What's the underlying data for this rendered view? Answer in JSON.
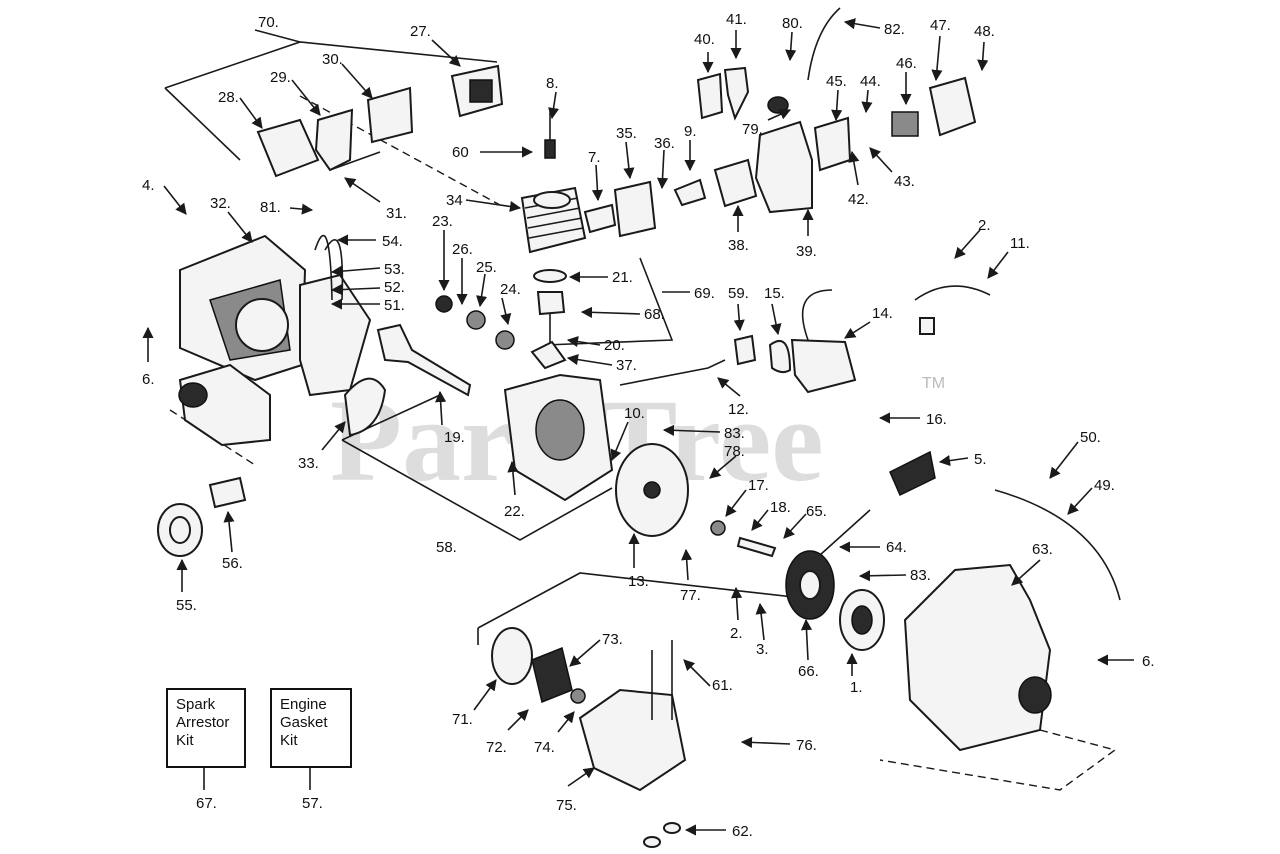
{
  "watermark": {
    "brand": "PartsTree",
    "tm": "TM"
  },
  "kits": [
    {
      "id": "spark",
      "text": "Spark\nArrestor\nKit",
      "num": "67."
    },
    {
      "id": "gasket",
      "text": "Engine\nGasket\nKit",
      "num": "57."
    }
  ],
  "callouts": {
    "n70": "70.",
    "n27": "27.",
    "n28": "28.",
    "n29": "29.",
    "n30": "30.",
    "n31": "31.",
    "n8": "8.",
    "n60": "60",
    "n34": "34",
    "n23": "23.",
    "n26": "26.",
    "n25": "25.",
    "n24": "24.",
    "n21": "21.",
    "n68": "68.",
    "n69": "69.",
    "n20": "20.",
    "n37": "37.",
    "n7": "7.",
    "n35": "35.",
    "n36": "36.",
    "n9": "9.",
    "n38": "38.",
    "n40": "40.",
    "n41": "41.",
    "n79": "79.",
    "n80": "80.",
    "n82": "82.",
    "n39": "39.",
    "n45": "45.",
    "n44": "44.",
    "n42": "42.",
    "n43": "43.",
    "n46": "46.",
    "n47": "47.",
    "n48": "48.",
    "n4": "4.",
    "n32": "32.",
    "n81": "81.",
    "n54": "54.",
    "n53": "53.",
    "n52": "52.",
    "n51": "51.",
    "n6a": "6.",
    "n19": "19.",
    "n33": "33.",
    "n59": "59.",
    "n15": "15.",
    "n14": "14.",
    "n12": "12.",
    "n16": "16.",
    "n2a": "2.",
    "n11": "11.",
    "n10": "10.",
    "n83a": "83.",
    "n78": "78.",
    "n22": "22.",
    "n5": "5.",
    "n50": "50.",
    "n49": "49.",
    "n17": "17.",
    "n18": "18.",
    "n65": "65.",
    "n64": "64.",
    "n58": "58.",
    "n13": "13.",
    "n77": "77.",
    "n83b": "83.",
    "n63": "63.",
    "n55": "55.",
    "n56": "56.",
    "n2b": "2.",
    "n3": "3.",
    "n66": "66.",
    "n1": "1.",
    "n6b": "6.",
    "n73": "73.",
    "n61": "61.",
    "n71": "71.",
    "n72": "72.",
    "n74": "74.",
    "n76": "76.",
    "n75": "75.",
    "n62": "62."
  }
}
